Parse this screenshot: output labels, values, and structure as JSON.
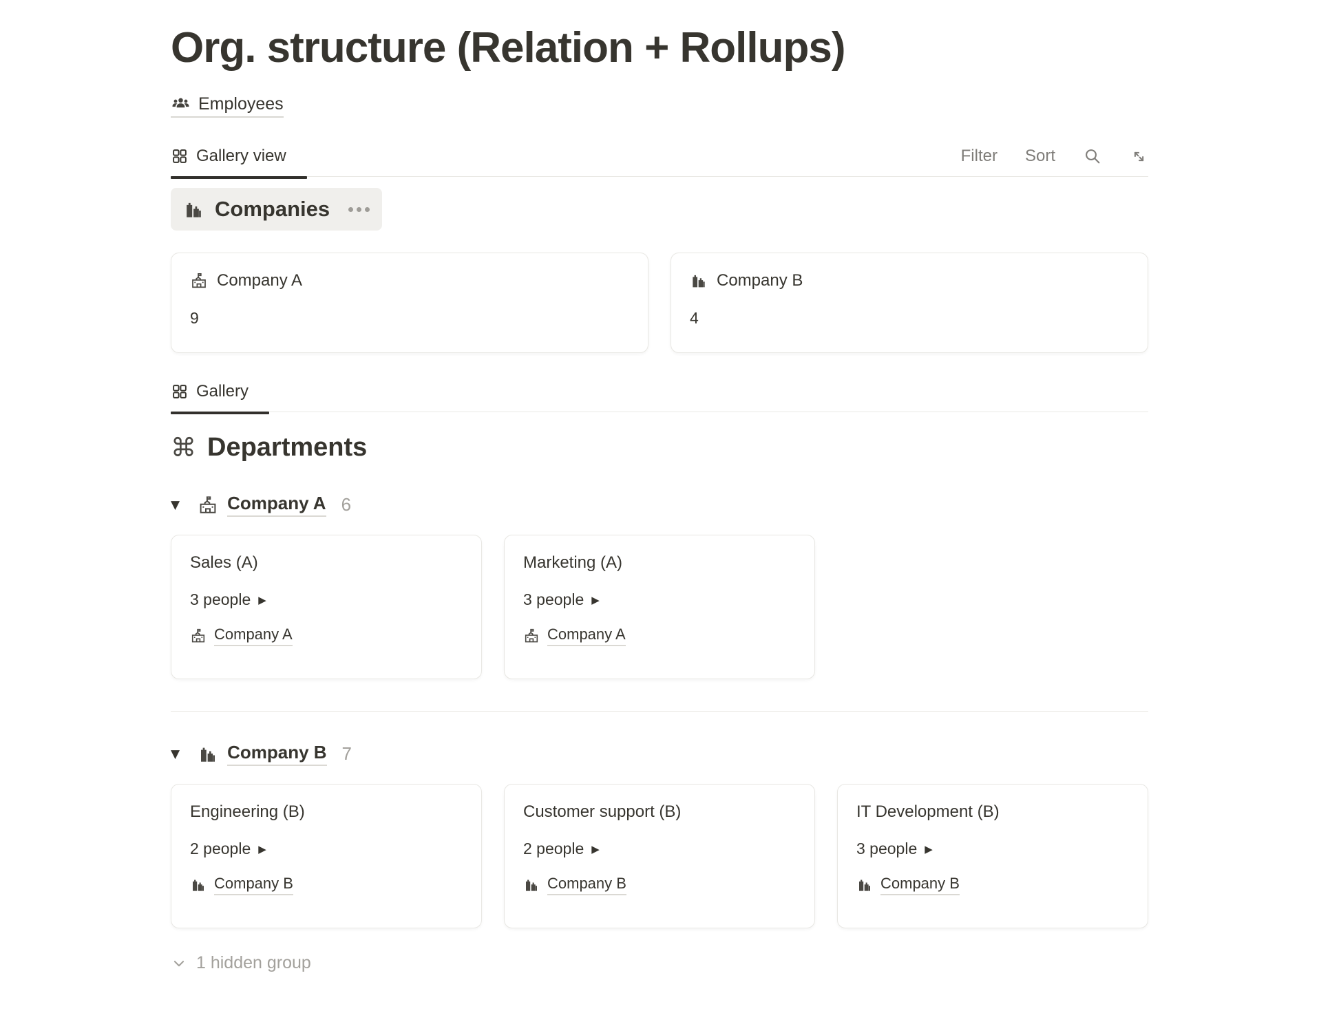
{
  "title": "Org. structure (Relation + Rollups)",
  "breadcrumb": {
    "label": "Employees"
  },
  "glyphs": {
    "toggle_down": "▼",
    "play": "▶",
    "command": "⌘"
  },
  "gallery_view": {
    "tab_label": "Gallery view",
    "toolbar": {
      "filter_label": "Filter",
      "sort_label": "Sort"
    },
    "section_title": "Companies",
    "cards": [
      {
        "name": "Company A",
        "icon": "school-icon",
        "rollup_count": "9"
      },
      {
        "name": "Company B",
        "icon": "factory-icon",
        "rollup_count": "4"
      }
    ]
  },
  "gallery": {
    "tab_label": "Gallery",
    "section_title": "Departments",
    "groups": [
      {
        "name": "Company A",
        "icon": "school-icon",
        "count": "6",
        "cards": [
          {
            "title": "Sales (A)",
            "people": "3 people",
            "company": "Company A"
          },
          {
            "title": "Marketing (A)",
            "people": "3 people",
            "company": "Company A"
          }
        ]
      },
      {
        "name": "Company B",
        "icon": "factory-icon",
        "count": "7",
        "cards": [
          {
            "title": "Engineering (B)",
            "people": "2 people",
            "company": "Company B"
          },
          {
            "title": "Customer support (B)",
            "people": "2 people",
            "company": "Company B"
          },
          {
            "title": "IT Development (B)",
            "people": "3 people",
            "company": "Company B"
          }
        ]
      }
    ],
    "hidden_group_label": "1 hidden group"
  },
  "colors": {
    "text": "#37352f",
    "muted": "#7f7d79",
    "faint": "#a3a19c",
    "border": "#e8e7e3",
    "pill_bg": "#f0efec",
    "active_tab_underline": "#32302c"
  }
}
